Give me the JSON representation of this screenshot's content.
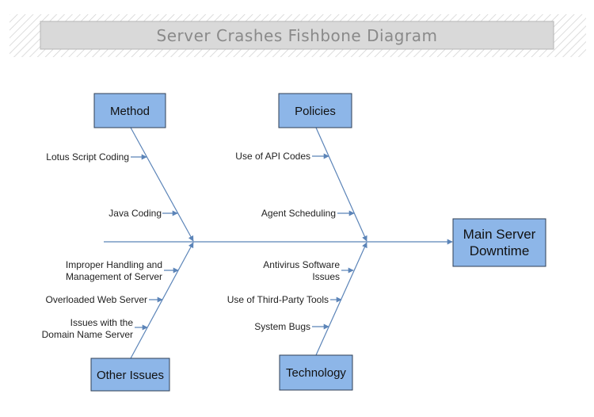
{
  "title": "Server Crashes Fishbone Diagram",
  "effect": {
    "lines": [
      "Main Server",
      "Downtime"
    ]
  },
  "categories": [
    {
      "label": "Method",
      "causes": [
        {
          "lines": [
            "Lotus Script Coding"
          ]
        },
        {
          "lines": [
            "Java Coding"
          ]
        }
      ]
    },
    {
      "label": "Policies",
      "causes": [
        {
          "lines": [
            "Use of API Codes"
          ]
        },
        {
          "lines": [
            "Agent Scheduling"
          ]
        }
      ]
    },
    {
      "label": "Other Issues",
      "causes": [
        {
          "lines": [
            "Improper Handling and",
            "Management of Server"
          ]
        },
        {
          "lines": [
            "Overloaded Web Server"
          ]
        },
        {
          "lines": [
            "Issues with the",
            "Domain Name Server"
          ]
        }
      ]
    },
    {
      "label": "Technology",
      "causes": [
        {
          "lines": [
            "Antivirus Software",
            "Issues"
          ]
        },
        {
          "lines": [
            "Use of Third-Party Tools"
          ]
        },
        {
          "lines": [
            "System Bugs"
          ]
        }
      ]
    }
  ],
  "colors": {
    "box_fill": "#8db6e8",
    "line": "#5b84b8",
    "title_bar": "#d9d9d9"
  }
}
